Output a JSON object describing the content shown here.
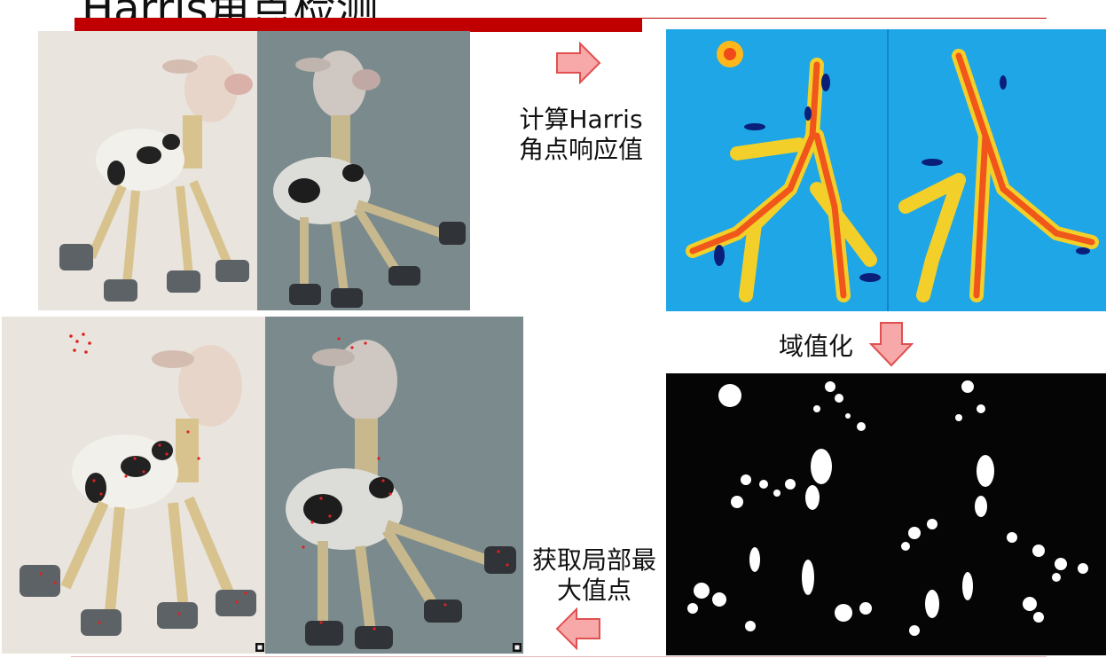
{
  "slide": {
    "title": "Harris角点检测"
  },
  "steps": {
    "step1_line1": "计算Harris",
    "step1_line2": "角点响应值",
    "step2": "域值化",
    "step3_line1": "获取局部最",
    "step3_line2": "大值点"
  },
  "icons": {
    "arrow_right": "right-arrow-icon",
    "arrow_down": "down-arrow-icon",
    "arrow_left": "left-arrow-icon"
  },
  "colors": {
    "accent_red": "#c00000",
    "arrow_fill": "#f7a8a8",
    "arrow_stroke": "#e05050"
  }
}
